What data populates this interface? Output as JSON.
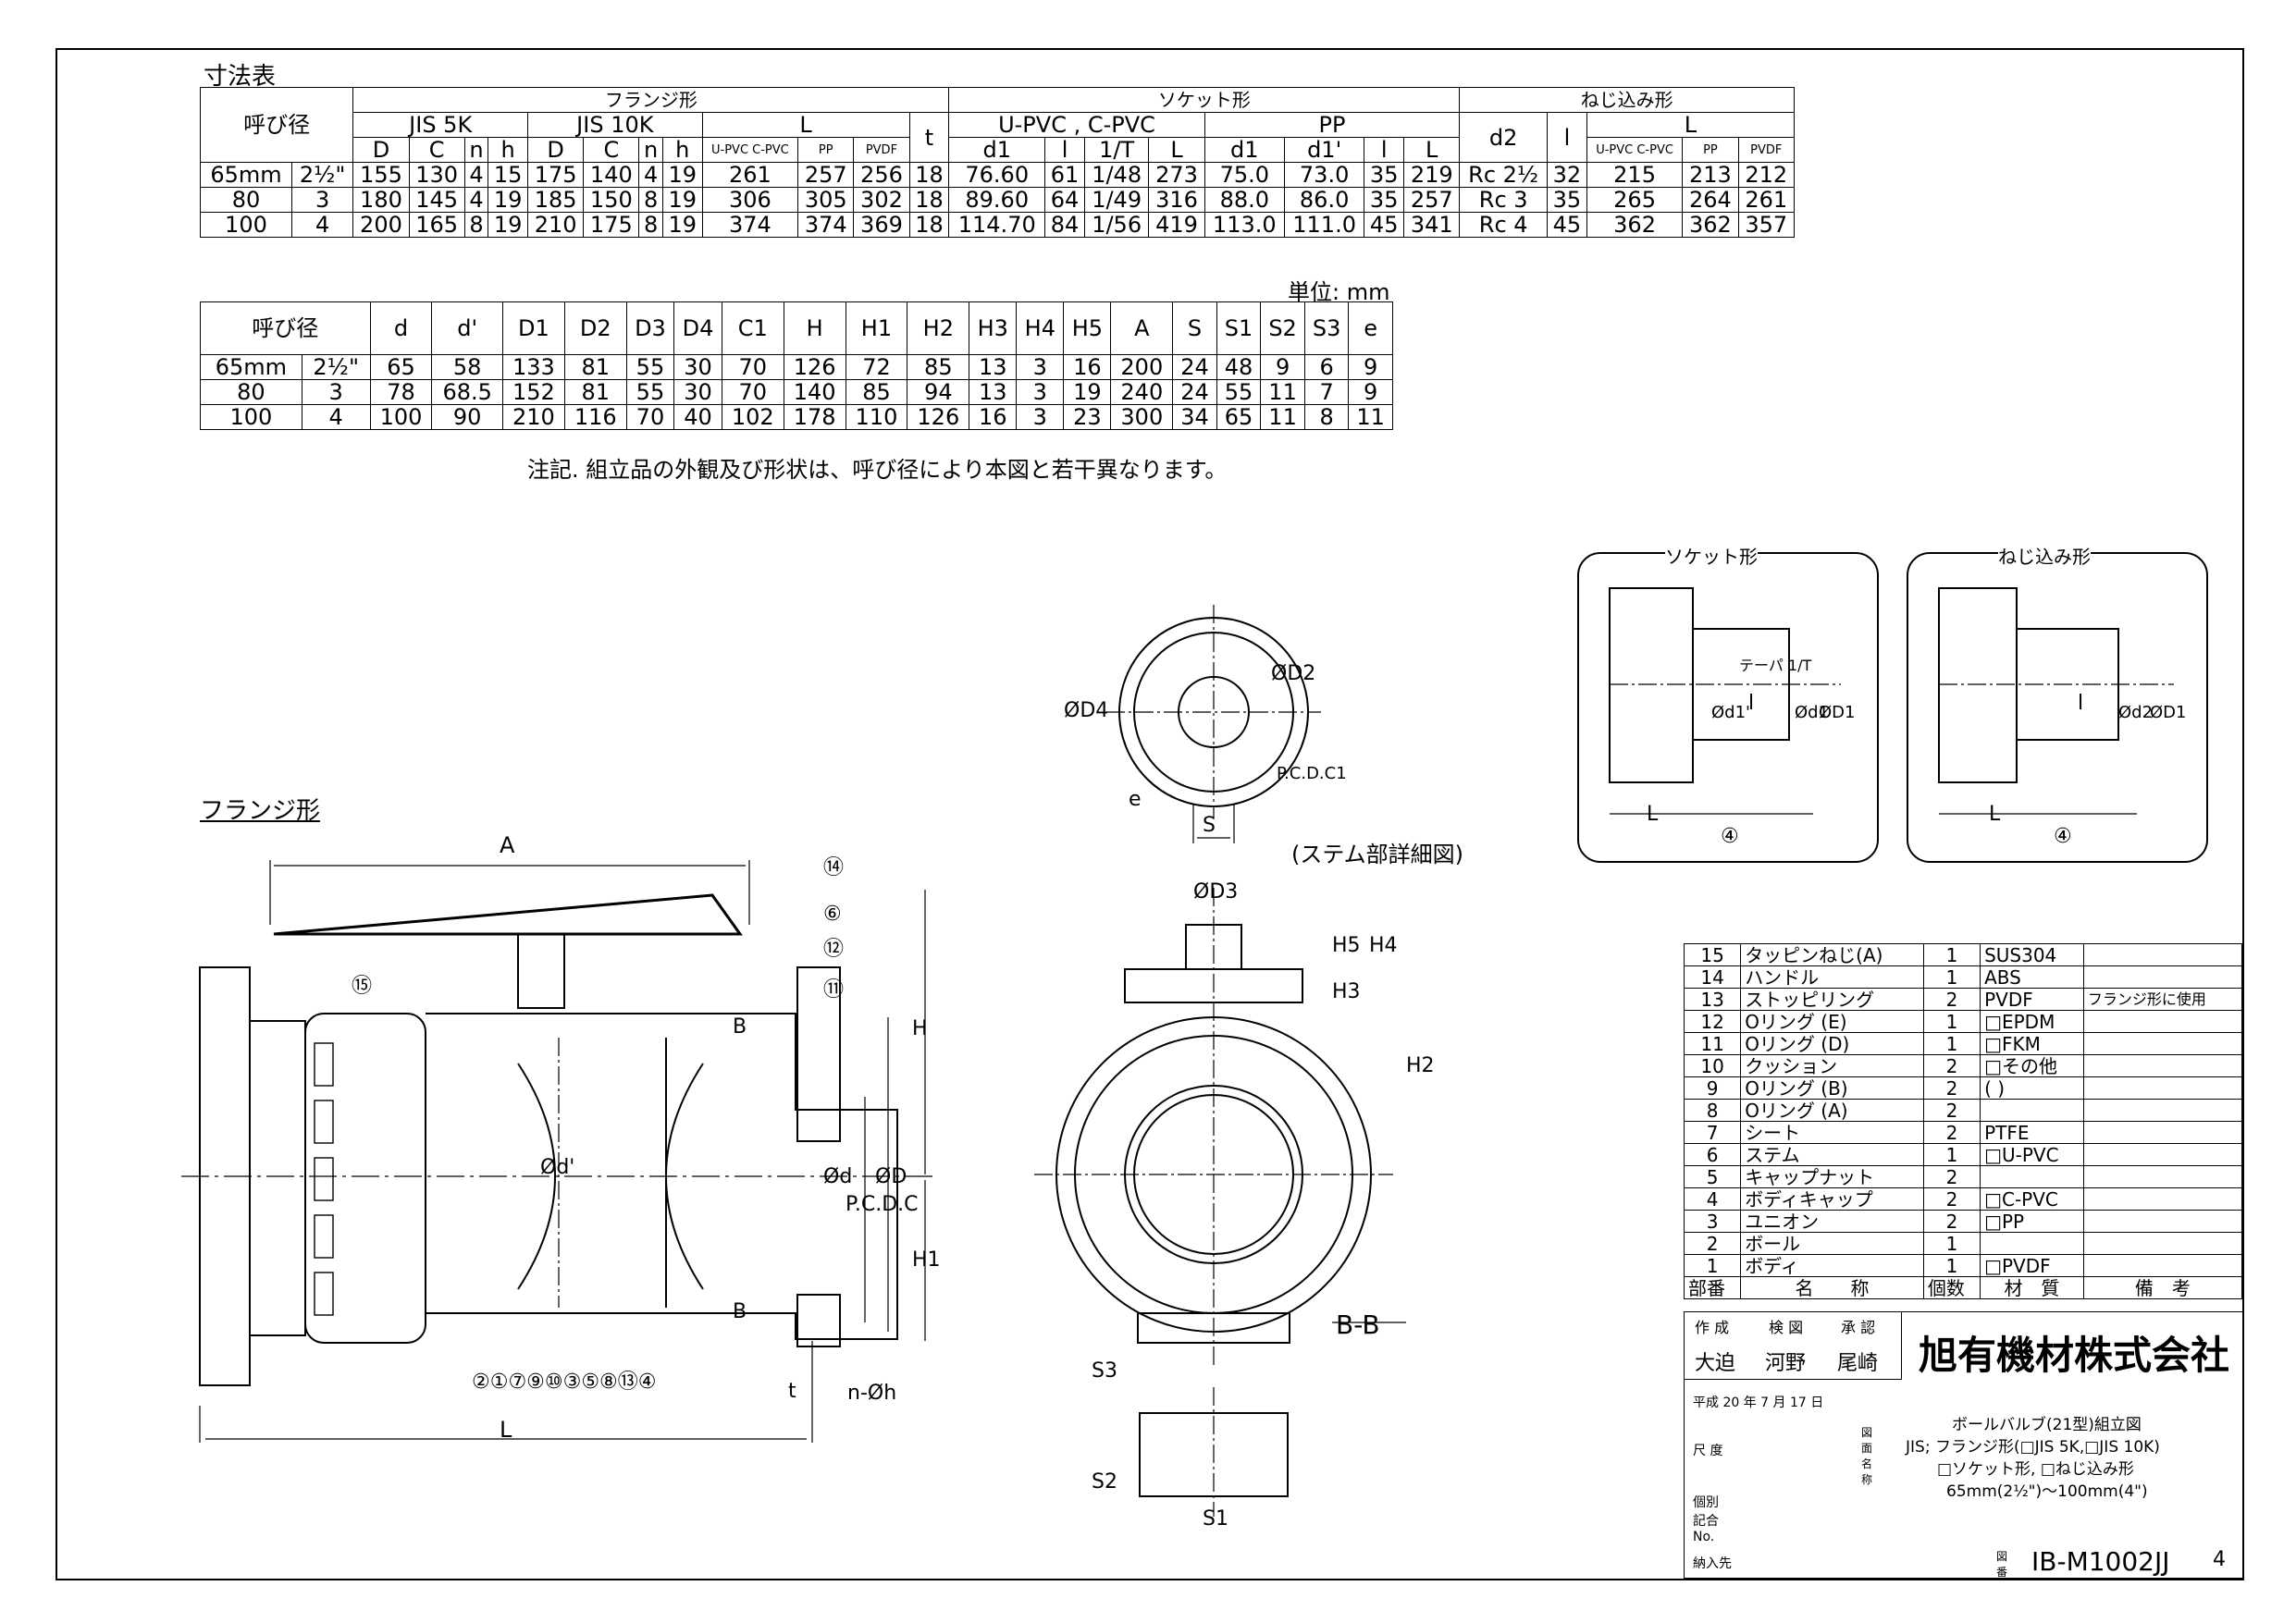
{
  "table1": {
    "title": "寸法表",
    "header": {
      "nominal": "呼び径",
      "flange": "フランジ形",
      "socket": "ソケット形",
      "thread": "ねじ込み形",
      "jis5k": "JIS 5K",
      "jis10k": "JIS 10K",
      "L": "L",
      "upvc_cpvc": "U-PVC , C-PVC",
      "pp": "PP",
      "cols_flange": [
        "D",
        "C",
        "n",
        "h",
        "D",
        "C",
        "n",
        "h",
        "U-PVC C-PVC",
        "PP",
        "PVDF",
        "t"
      ],
      "cols_socket": [
        "d1",
        "l",
        "1/T",
        "L",
        "d1",
        "d1'",
        "l",
        "L"
      ],
      "cols_thread": [
        "d2",
        "l",
        "U-PVC C-PVC",
        "PP",
        "PVDF"
      ]
    },
    "rows": [
      [
        "65mm",
        "2½\"",
        "155",
        "130",
        "4",
        "15",
        "175",
        "140",
        "4",
        "19",
        "261",
        "257",
        "256",
        "18",
        "76.60",
        "61",
        "1/48",
        "273",
        "75.0",
        "73.0",
        "35",
        "219",
        "Rc 2½",
        "32",
        "215",
        "213",
        "212"
      ],
      [
        "80",
        "3",
        "180",
        "145",
        "4",
        "19",
        "185",
        "150",
        "8",
        "19",
        "306",
        "305",
        "302",
        "18",
        "89.60",
        "64",
        "1/49",
        "316",
        "88.0",
        "86.0",
        "35",
        "257",
        "Rc 3",
        "35",
        "265",
        "264",
        "261"
      ],
      [
        "100",
        "4",
        "200",
        "165",
        "8",
        "19",
        "210",
        "175",
        "8",
        "19",
        "374",
        "374",
        "369",
        "18",
        "114.70",
        "84",
        "1/56",
        "419",
        "113.0",
        "111.0",
        "45",
        "341",
        "Rc 4",
        "45",
        "362",
        "362",
        "357"
      ]
    ],
    "unit": "単位: mm"
  },
  "table2": {
    "nominal": "呼び径",
    "cols": [
      "d",
      "d'",
      "D1",
      "D2",
      "D3",
      "D4",
      "C1",
      "H",
      "H1",
      "H2",
      "H3",
      "H4",
      "H5",
      "A",
      "S",
      "S1",
      "S2",
      "S3",
      "e"
    ],
    "rows": [
      [
        "65mm",
        "2½\"",
        "65",
        "58",
        "133",
        "81",
        "55",
        "30",
        "70",
        "126",
        "72",
        "85",
        "13",
        "3",
        "16",
        "200",
        "24",
        "48",
        "9",
        "6",
        "9"
      ],
      [
        "80",
        "3",
        "78",
        "68.5",
        "152",
        "81",
        "55",
        "30",
        "70",
        "140",
        "85",
        "94",
        "13",
        "3",
        "19",
        "240",
        "24",
        "55",
        "11",
        "7",
        "9"
      ],
      [
        "100",
        "4",
        "100",
        "90",
        "210",
        "116",
        "70",
        "40",
        "102",
        "178",
        "110",
        "126",
        "16",
        "3",
        "23",
        "300",
        "34",
        "65",
        "11",
        "8",
        "11"
      ]
    ],
    "note": "注記. 組立品の外観及び形状は、呼び径により本図と若干異なります。"
  },
  "drawing": {
    "flange_title": "フランジ形",
    "socket_title": "ソケット形",
    "thread_title": "ねじ込み形",
    "stem_detail": "(ステム部詳細図)",
    "bb": "B-B",
    "labels": {
      "A": "A",
      "L": "L",
      "H": "H",
      "H1": "H1",
      "H2": "H2",
      "H3": "H3",
      "H4": "H4",
      "H5": "H5",
      "D3": "ØD3",
      "D2": "ØD2",
      "D4": "ØD4",
      "pcd_c1": "P.C.D.C1",
      "S": "S",
      "S1": "S1",
      "S2": "S2",
      "S3": "S3",
      "e": "e",
      "t": "t",
      "nh": "n-Øh",
      "B": "B",
      "d_prime": "Ød'",
      "d": "Ød",
      "pcdc": "P.C.D.C",
      "D": "ØD",
      "taper": "テーパ 1/T",
      "l": "l",
      "d1p": "Ød1'",
      "d1": "Ød1",
      "D1": "ØD1",
      "d2": "Ød2",
      "four": "④"
    },
    "part_numbers_bottom": "②①⑦⑨⑩③⑤⑧⑬④",
    "callouts": [
      "⑭",
      "⑥",
      "⑫",
      "⑪",
      "⑮"
    ]
  },
  "parts": [
    [
      "15",
      "タッピンねじ(A)",
      "1",
      "SUS304",
      ""
    ],
    [
      "14",
      "ハンドル",
      "1",
      "ABS",
      ""
    ],
    [
      "13",
      "ストッピリング",
      "2",
      "PVDF",
      "フランジ形に使用"
    ],
    [
      "12",
      "Oリング (E)",
      "1",
      "□EPDM",
      ""
    ],
    [
      "11",
      "Oリング (D)",
      "1",
      "□FKM",
      ""
    ],
    [
      "10",
      "クッション",
      "2",
      "□その他",
      ""
    ],
    [
      "9",
      "Oリング (B)",
      "2",
      "(       )",
      ""
    ],
    [
      "8",
      "Oリング (A)",
      "2",
      "",
      ""
    ],
    [
      "7",
      "シート",
      "2",
      "PTFE",
      ""
    ],
    [
      "6",
      "ステム",
      "1",
      "□U-PVC",
      ""
    ],
    [
      "5",
      "キャップナット",
      "2",
      "",
      ""
    ],
    [
      "4",
      "ボディキャップ",
      "2",
      "□C-PVC",
      ""
    ],
    [
      "3",
      "ユニオン",
      "2",
      "□PP",
      ""
    ],
    [
      "2",
      "ボール",
      "1",
      "",
      ""
    ],
    [
      "1",
      "ボディ",
      "1",
      "□PVDF",
      ""
    ]
  ],
  "parts_header": [
    "部番",
    "名　　称",
    "個数",
    "材　質",
    "備　考"
  ],
  "titleblock": {
    "sign_headers": [
      "作 成",
      "検 図",
      "承 認"
    ],
    "signers": [
      "大迫",
      "河野",
      "尾崎"
    ],
    "company": "旭有機材株式会社",
    "date": "平成 20 年 7 月 17 日",
    "scale_label": "尺 度",
    "name_label": "図面名称",
    "title_lines": [
      "ボールバルブ(21型)組立図",
      "JIS; フランジ形(□JIS 5K,□JIS 10K)",
      "□ソケット形, □ねじ込み形",
      "65mm(2½\")～100mm(4\")"
    ],
    "ref_label": "個別記合 No.",
    "delivery_label": "納入先",
    "drawing_no_label": "図番",
    "drawing_no": "IB-M1002JJ",
    "rev": "4"
  }
}
